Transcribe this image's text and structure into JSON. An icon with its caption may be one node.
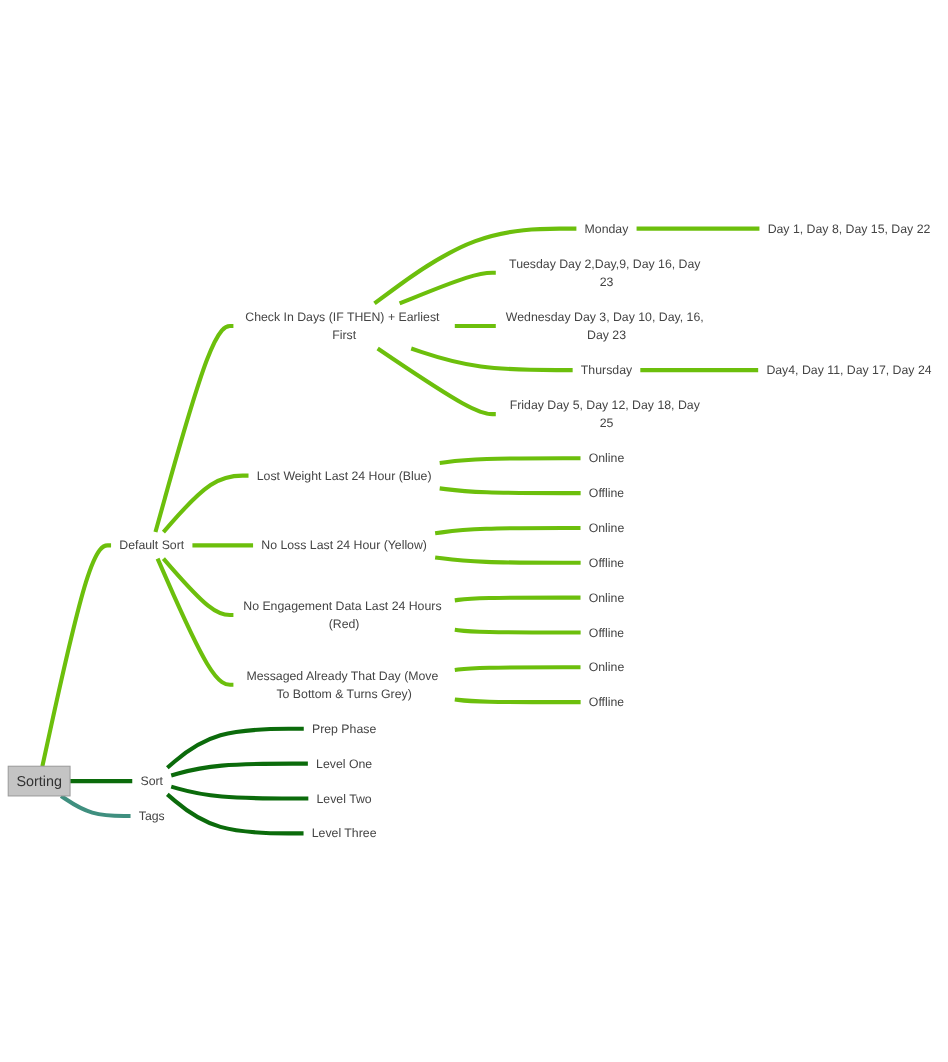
{
  "diagram": {
    "nodes": [
      {
        "text": [
          "Sorting"
        ]
      },
      {
        "text": [
          "Default Sort"
        ]
      },
      {
        "text": [
          "Check In Days (IF THEN) + Earliest First"
        ]
      },
      {
        "text": [
          "Monday"
        ]
      },
      {
        "text": [
          "Day 1, Day 8, Day 15, Day 22"
        ]
      },
      {
        "text": [
          "Tuesday Day 2,Day,9, Day 16, Day 23"
        ]
      },
      {
        "text": [
          "Wednesday Day 3, Day 10, Day, 16, Day 23"
        ]
      },
      {
        "text": [
          "Thursday"
        ]
      },
      {
        "text": [
          "Day4, Day 11, Day 17, Day 24"
        ]
      },
      {
        "text": [
          "Friday Day 5, Day 12, Day 18, Day 25"
        ]
      },
      {
        "text": [
          "Lost Weight Last 24 Hour (Blue)"
        ]
      },
      {
        "text": [
          "Online"
        ]
      },
      {
        "text": [
          "Offline"
        ]
      },
      {
        "text": [
          "No Loss Last 24 Hour (Yellow)"
        ]
      },
      {
        "text": [
          "Online"
        ]
      },
      {
        "text": [
          "Offline"
        ]
      },
      {
        "text": [
          "No Engagement Data Last 24 Hours (Red)"
        ]
      },
      {
        "text": [
          "Online"
        ]
      },
      {
        "text": [
          "Offline"
        ]
      },
      {
        "text": [
          "Messaged Already That Day (Move To Bottom & Turns Grey)"
        ]
      },
      {
        "text": [
          "Online"
        ]
      },
      {
        "text": [
          "Offline"
        ]
      },
      {
        "text": [
          "Sort"
        ]
      },
      {
        "text": [
          "Prep Phase"
        ]
      },
      {
        "text": [
          "Level One"
        ]
      },
      {
        "text": [
          "Level Two"
        ]
      },
      {
        "text": [
          "Level Three"
        ]
      },
      {
        "text": [
          "Tags"
        ]
      }
    ],
    "edges": [
      {
        "from": 0,
        "to": 1,
        "arrow": "none"
      },
      {
        "from": 1,
        "to": 2,
        "arrow": "none"
      },
      {
        "from": 2,
        "to": 3,
        "arrow": "none"
      },
      {
        "from": 3,
        "to": 4,
        "arrow": "none"
      },
      {
        "from": 2,
        "to": 5,
        "arrow": "none"
      },
      {
        "from": 2,
        "to": 6,
        "arrow": "none"
      },
      {
        "from": 2,
        "to": 7,
        "arrow": "none"
      },
      {
        "from": 7,
        "to": 8,
        "arrow": "none"
      },
      {
        "from": 2,
        "to": 9,
        "arrow": "none"
      },
      {
        "from": 1,
        "to": 10,
        "arrow": "none"
      },
      {
        "from": 10,
        "to": 11,
        "arrow": "none"
      },
      {
        "from": 10,
        "to": 12,
        "arrow": "none"
      },
      {
        "from": 1,
        "to": 13,
        "arrow": "none"
      },
      {
        "from": 13,
        "to": 14,
        "arrow": "none"
      },
      {
        "from": 13,
        "to": 15,
        "arrow": "none"
      },
      {
        "from": 1,
        "to": 16,
        "arrow": "none"
      },
      {
        "from": 16,
        "to": 17,
        "arrow": "none"
      },
      {
        "from": 16,
        "to": 18,
        "arrow": "none"
      },
      {
        "from": 1,
        "to": 19,
        "arrow": "none"
      },
      {
        "from": 19,
        "to": 20,
        "arrow": "none"
      },
      {
        "from": 19,
        "to": 21,
        "arrow": "none"
      },
      {
        "from": 0,
        "to": 22,
        "arrow": "none",
        "color": "#0b6b0b"
      },
      {
        "from": 22,
        "to": 23,
        "arrow": "none",
        "color": "#0b6b0b"
      },
      {
        "from": 22,
        "to": 24,
        "arrow": "none",
        "color": "#0b6b0b"
      },
      {
        "from": 22,
        "to": 25,
        "arrow": "none",
        "color": "#0b6b0b"
      },
      {
        "from": 22,
        "to": 26,
        "arrow": "none",
        "color": "#0b6b0b"
      },
      {
        "from": 0,
        "to": 27,
        "arrow": "none",
        "color": "#3f8f7f"
      }
    ]
  }
}
